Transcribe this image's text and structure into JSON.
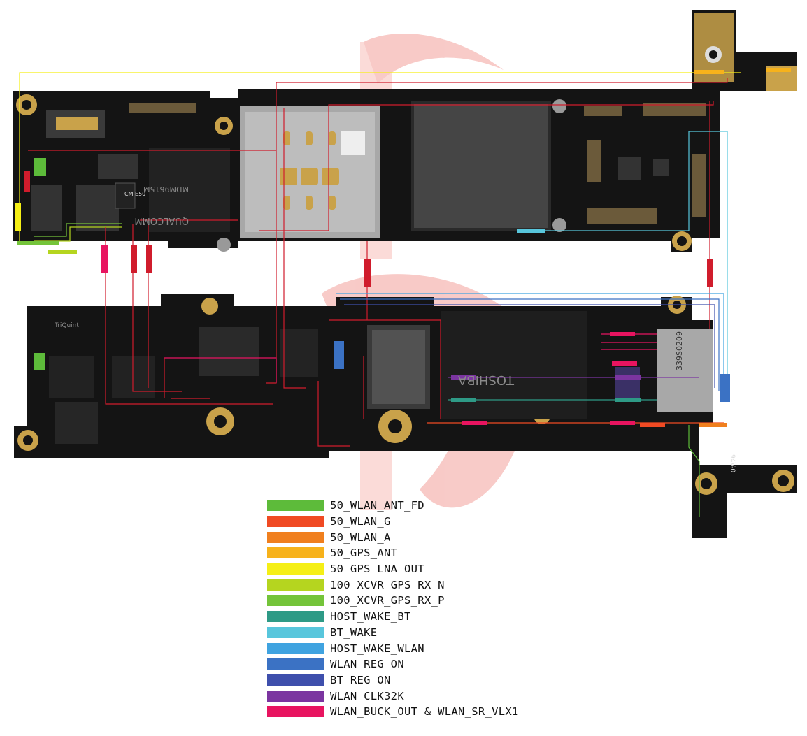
{
  "legend": [
    {
      "label": "50_WLAN_ANT_FD",
      "color": "#5dbb3a"
    },
    {
      "label": "50_WLAN_G",
      "color": "#f04a23"
    },
    {
      "label": "50_WLAN_A",
      "color": "#f07f1e"
    },
    {
      "label": "50_GPS_ANT",
      "color": "#f7b21b"
    },
    {
      "label": "50_GPS_LNA_OUT",
      "color": "#f5ef16"
    },
    {
      "label": "100_XCVR_GPS_RX_N",
      "color": "#b5d51f"
    },
    {
      "label": "100_XCVR_GPS_RX_P",
      "color": "#74c43a"
    },
    {
      "label": "HOST_WAKE_BT",
      "color": "#2e9a86"
    },
    {
      "label": "BT_WAKE",
      "color": "#58c6dc"
    },
    {
      "label": "HOST_WAKE_WLAN",
      "color": "#3fa3e0"
    },
    {
      "label": "WLAN_REG_ON",
      "color": "#3b72c4"
    },
    {
      "label": "BT_REG_ON",
      "color": "#3e4fac"
    },
    {
      "label": "WLAN_CLK32K",
      "color": "#7b35a0"
    },
    {
      "label": "WLAN_BUCK_OUT & WLAN_SR_VLX1",
      "color": "#e81460"
    }
  ],
  "colors": {
    "board": "#141414",
    "chip_gold": "#c9a24a",
    "shield": "#a8a8a8",
    "trace_red": "#d01c2c",
    "watermark": "#f3a09a"
  },
  "board_print": {
    "top_chip_1": "QUALCOMM",
    "top_chip_2": "MDM9615M",
    "top_chip_3": "CM E50",
    "bottom_chip_1": "TOSHIBA",
    "bottom_chip_2": "TriQuint",
    "bottom_chip_3": "339S0209",
    "marking": "94V-0"
  }
}
